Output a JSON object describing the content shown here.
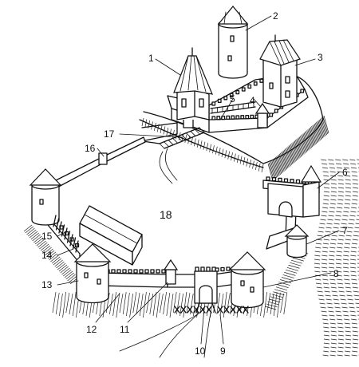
{
  "labels": [
    {
      "id": "1",
      "text": "1"
    },
    {
      "id": "2",
      "text": "2"
    },
    {
      "id": "3",
      "text": "3"
    },
    {
      "id": "4",
      "text": "4"
    },
    {
      "id": "5",
      "text": "5"
    },
    {
      "id": "6",
      "text": "6"
    },
    {
      "id": "7",
      "text": "7"
    },
    {
      "id": "8",
      "text": "8"
    },
    {
      "id": "9",
      "text": "9"
    },
    {
      "id": "10",
      "text": "10"
    },
    {
      "id": "11",
      "text": "11"
    },
    {
      "id": "12",
      "text": "12"
    },
    {
      "id": "13",
      "text": "13"
    },
    {
      "id": "14",
      "text": "14"
    },
    {
      "id": "15",
      "text": "15"
    },
    {
      "id": "16",
      "text": "16"
    },
    {
      "id": "17",
      "text": "17"
    },
    {
      "id": "18",
      "text": "18"
    }
  ]
}
